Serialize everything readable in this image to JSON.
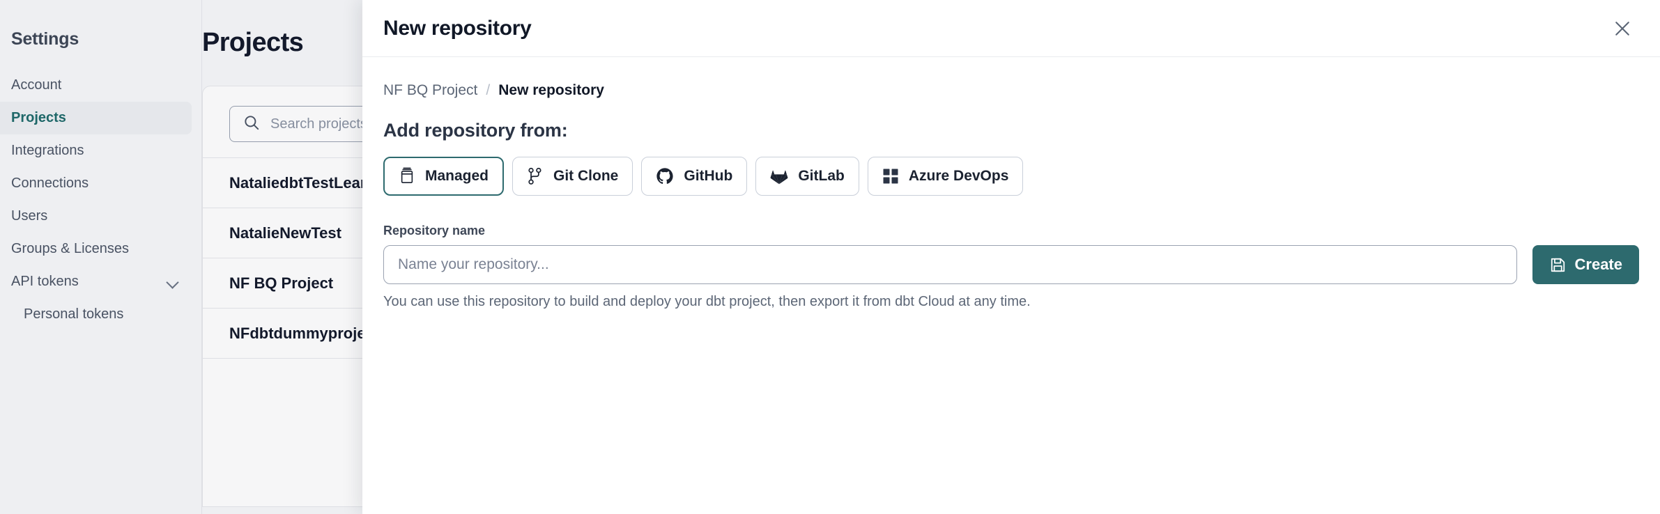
{
  "colors": {
    "accent": "#2d6a6e",
    "text": "#1b2230",
    "muted": "#5c6676",
    "border": "#e6e8ec",
    "panel_bg": "#ffffff",
    "page_bg": "#f7f8fa"
  },
  "sidebar": {
    "title": "Settings",
    "items": [
      {
        "label": "Account",
        "active": false,
        "child": false,
        "icon": null
      },
      {
        "label": "Projects",
        "active": true,
        "child": false,
        "icon": null
      },
      {
        "label": "Integrations",
        "active": false,
        "child": false,
        "icon": null
      },
      {
        "label": "Connections",
        "active": false,
        "child": false,
        "icon": null
      },
      {
        "label": "Users",
        "active": false,
        "child": false,
        "icon": null
      },
      {
        "label": "Groups & Licenses",
        "active": false,
        "child": false,
        "icon": null
      },
      {
        "label": "API tokens",
        "active": false,
        "child": false,
        "icon": "chevron-down-icon"
      },
      {
        "label": "Personal tokens",
        "active": false,
        "child": true,
        "icon": null
      }
    ]
  },
  "main": {
    "page_title": "Projects",
    "search": {
      "placeholder": "Search projects by name...",
      "value": "",
      "icon": "search-icon"
    },
    "projects": [
      {
        "name": "NataliedbtTestLearn T"
      },
      {
        "name": "NatalieNewTest"
      },
      {
        "name": "NF BQ Project"
      },
      {
        "name": "NFdbtdummyproject"
      }
    ]
  },
  "drawer": {
    "title": "New repository",
    "close_icon": "close-icon",
    "breadcrumb": {
      "parent": "NF BQ Project",
      "separator": "/",
      "current": "New repository"
    },
    "section_title": "Add repository from:",
    "sources": [
      {
        "label": "Managed",
        "icon": "managed-database-icon",
        "selected": true
      },
      {
        "label": "Git Clone",
        "icon": "git-clone-icon",
        "selected": false
      },
      {
        "label": "GitHub",
        "icon": "github-icon",
        "selected": false
      },
      {
        "label": "GitLab",
        "icon": "gitlab-icon",
        "selected": false
      },
      {
        "label": "Azure DevOps",
        "icon": "azure-devops-icon",
        "selected": false
      }
    ],
    "repository_name": {
      "label": "Repository name",
      "placeholder": "Name your repository...",
      "value": ""
    },
    "create_button": {
      "label": "Create",
      "icon": "save-icon"
    },
    "helper_text": "You can use this repository to build and deploy your dbt project, then export it from dbt Cloud at any time."
  }
}
